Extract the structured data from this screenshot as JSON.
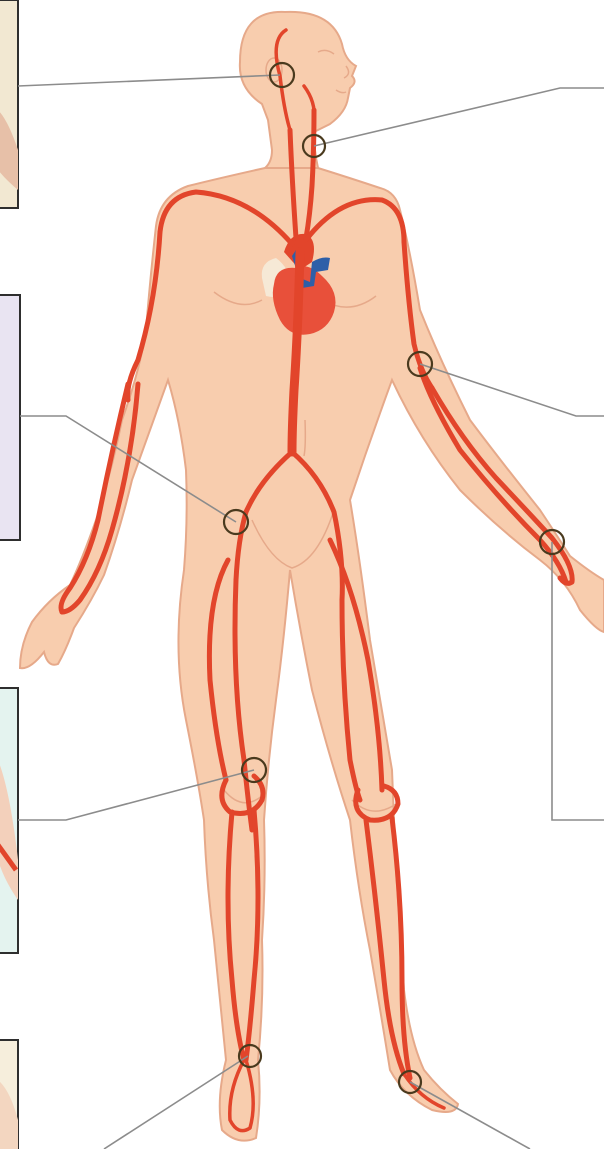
{
  "colors": {
    "skin": "#F8CDAE",
    "skin_outline": "#E6A98A",
    "artery": "#E2452B",
    "vein": "#2E5FA8",
    "heart": "#E8503A",
    "heart_light": "#F6E9D6",
    "leader_line": "#8C8C8C",
    "pulse_ring": "#4A3A1E",
    "panel_border": "#2E2E2E"
  },
  "pulse_points": [
    {
      "id": "temporal",
      "side": "left"
    },
    {
      "id": "carotid",
      "side": "right"
    },
    {
      "id": "brachial",
      "side": "right"
    },
    {
      "id": "femoral",
      "side": "left"
    },
    {
      "id": "radial",
      "side": "right"
    },
    {
      "id": "popliteal",
      "side": "left"
    },
    {
      "id": "posterior-tibial",
      "side": "left"
    },
    {
      "id": "dorsalis-pedis",
      "side": "right"
    }
  ],
  "side_panels": [
    {
      "id": "panel-top",
      "color": "#F2E8D2"
    },
    {
      "id": "panel-upper-middle",
      "color": "#E9E4F2"
    },
    {
      "id": "panel-lower-middle",
      "color": "#E4F3EF"
    },
    {
      "id": "panel-bottom",
      "color": "#F6EEDC"
    }
  ]
}
